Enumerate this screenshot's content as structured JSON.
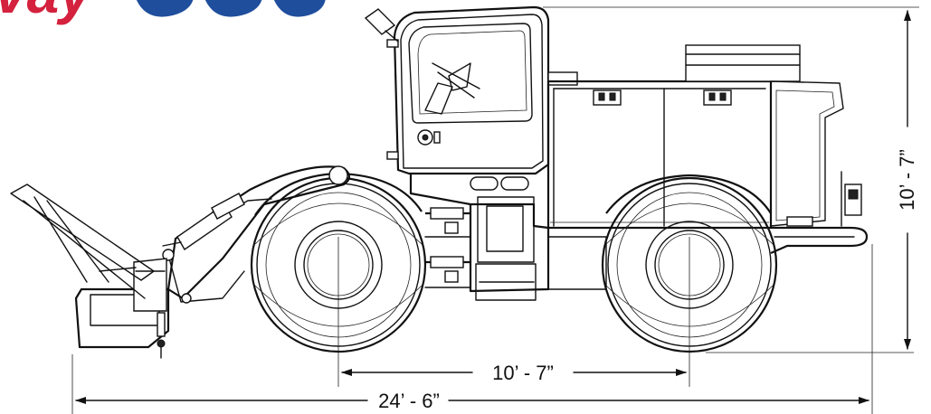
{
  "logo": {
    "prefix": "vay",
    "model": "showing partial text of logo",
    "prefix_color": "#d4213d",
    "model_color": "#1f4e9c"
  },
  "dimensions": {
    "wheelbase": "10’ - 7”",
    "overall_length": "24’ - 6”",
    "overall_height": "10’ - 7”"
  },
  "colors": {
    "line": "#111111",
    "background": "#ffffff"
  }
}
